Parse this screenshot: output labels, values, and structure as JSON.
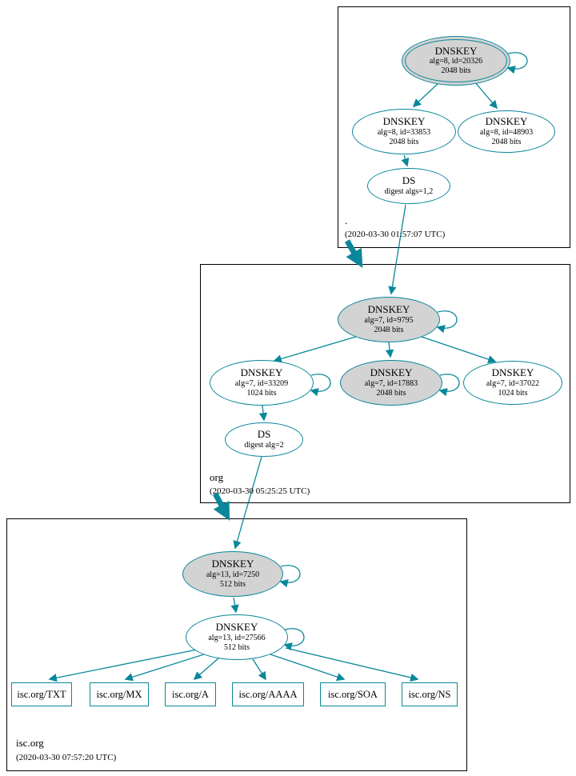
{
  "colors": {
    "secure": "#0a879a",
    "ksk_fill": "#d3d3d3"
  },
  "zones": {
    "root": {
      "name": ".",
      "timestamp": "(2020-03-30 01:57:07 UTC)",
      "nodes": {
        "ksk": {
          "title": "DNSKEY",
          "line2": "alg=8, id=20326",
          "line3": "2048 bits"
        },
        "zsk": {
          "title": "DNSKEY",
          "line2": "alg=8, id=33853",
          "line3": "2048 bits"
        },
        "key3": {
          "title": "DNSKEY",
          "line2": "alg=8, id=48903",
          "line3": "2048 bits"
        },
        "ds": {
          "title": "DS",
          "line2": "digest algs=1,2"
        }
      }
    },
    "org": {
      "name": "org",
      "timestamp": "(2020-03-30 05:25:25 UTC)",
      "nodes": {
        "ksk": {
          "title": "DNSKEY",
          "line2": "alg=7, id=9795",
          "line3": "2048 bits"
        },
        "zsk": {
          "title": "DNSKEY",
          "line2": "alg=7, id=33209",
          "line3": "1024 bits"
        },
        "key3": {
          "title": "DNSKEY",
          "line2": "alg=7, id=17883",
          "line3": "2048 bits"
        },
        "key4": {
          "title": "DNSKEY",
          "line2": "alg=7, id=37022",
          "line3": "1024 bits"
        },
        "ds": {
          "title": "DS",
          "line2": "digest alg=2"
        }
      }
    },
    "isc": {
      "name": "isc.org",
      "timestamp": "(2020-03-30 07:57:20 UTC)",
      "nodes": {
        "ksk": {
          "title": "DNSKEY",
          "line2": "alg=13, id=7250",
          "line3": "512 bits"
        },
        "zsk": {
          "title": "DNSKEY",
          "line2": "alg=13, id=27566",
          "line3": "512 bits"
        }
      },
      "records": [
        {
          "label": "isc.org/TXT"
        },
        {
          "label": "isc.org/MX"
        },
        {
          "label": "isc.org/A"
        },
        {
          "label": "isc.org/AAAA"
        },
        {
          "label": "isc.org/SOA"
        },
        {
          "label": "isc.org/NS"
        }
      ]
    }
  }
}
